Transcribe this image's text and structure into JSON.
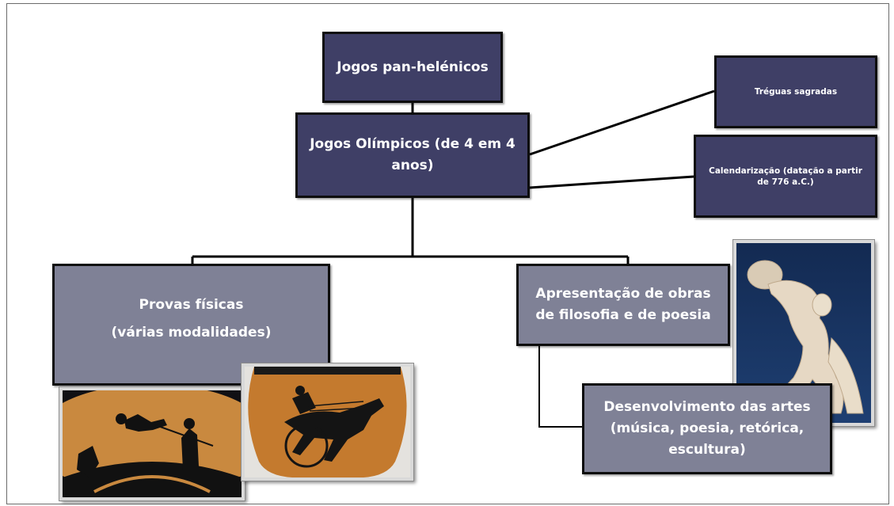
{
  "diagram": {
    "root": "Jogos pan-helénicos",
    "center": "Jogos Olímpicos (de 4 em 4 anos)",
    "side_boxes": [
      "Tréguas sagradas",
      "Calendarização (datação a partir de 776 a.C.)"
    ],
    "left_branch": {
      "line1": "Provas físicas",
      "line2": "(várias modalidades)"
    },
    "right_branch": "Apresentação de obras de filosofia e de poesia",
    "right_sub": "Desenvolvimento das artes (música, poesia, retórica, escultura)"
  },
  "images": [
    {
      "icon": "greek-kylix-long-jump-image"
    },
    {
      "icon": "greek-amphora-chariot-image"
    },
    {
      "icon": "discobolus-statue-image"
    }
  ],
  "colors": {
    "dark_box": "#3f3f66",
    "grey_box": "#7f8196",
    "border": "#0d0d0d"
  }
}
